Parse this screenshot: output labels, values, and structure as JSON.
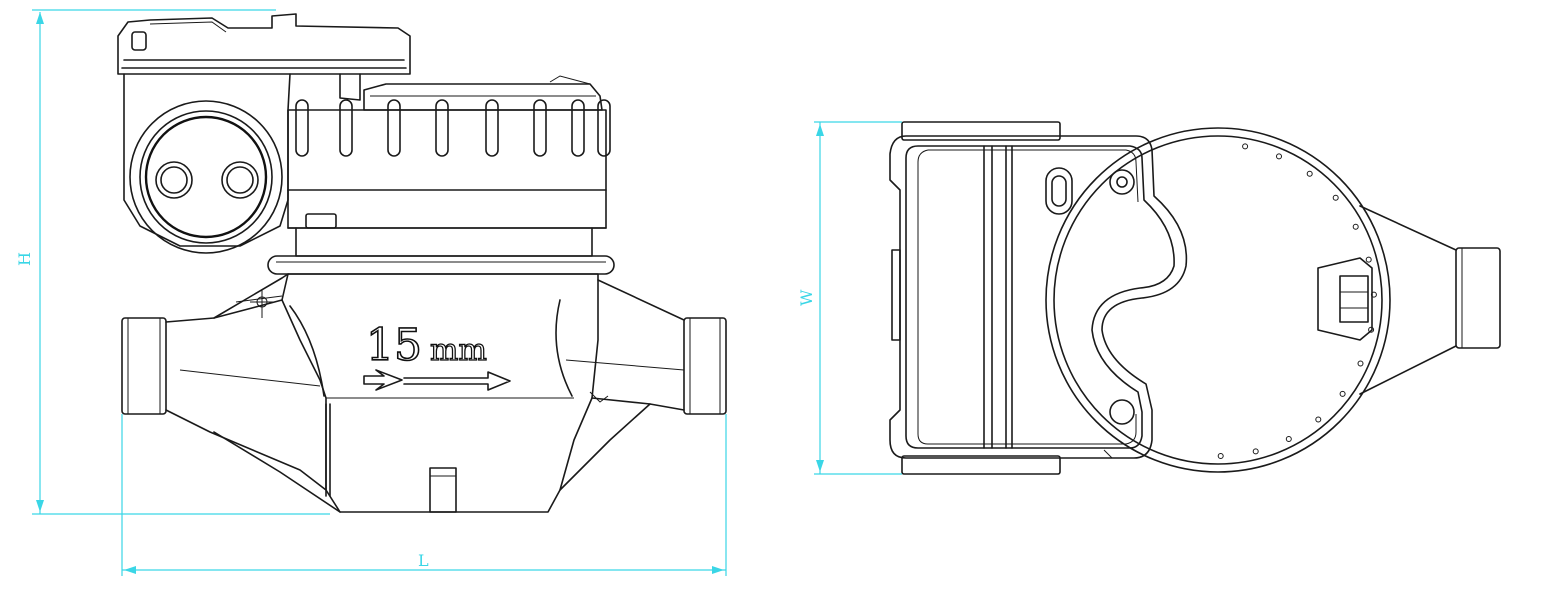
{
  "diagram": {
    "side_view": {
      "size_marking": "15",
      "size_unit": "mm"
    },
    "dimensions": {
      "height_label": "H",
      "length_label": "L",
      "width_label": "W"
    },
    "colors": {
      "line": "#1a1a1a",
      "dimension": "#3ad6e6",
      "background": "#ffffff"
    }
  }
}
